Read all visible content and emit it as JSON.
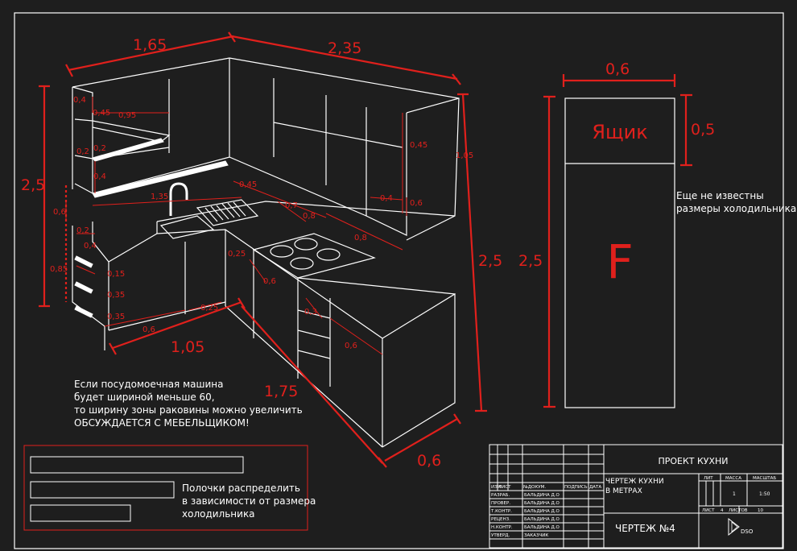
{
  "dims_large": {
    "d165": "1,65",
    "d235": "2,35",
    "d25_left": "2,5",
    "d25_mid": "2,5",
    "d25_fridge": "2,5",
    "d105": "1,05",
    "d175": "1,75",
    "d06_bottom": "0,6",
    "d06_fridge": "0,6",
    "d05_fridge": "0,5"
  },
  "dims_small": {
    "s04_top": "0,4",
    "s045_a": "0,45",
    "s095": "0,95",
    "s02_a": "0,2",
    "s02_b": "0,2",
    "s04_b": "0,4",
    "s135": "1,35",
    "s06_left": "0,6",
    "s045_b": "0,45",
    "s045_c": "0,45",
    "s07": "0,7",
    "s08_a": "0,8",
    "s04_c": "0,4",
    "s06_c": "0,6",
    "s105": "1,05",
    "s08_b": "0,8",
    "s02_c": "0,2",
    "s04_d": "0,4",
    "s085": "0,85",
    "s015": "0,15",
    "s035_a": "0,35",
    "s035_b": "0,35",
    "s025_a": "0,25",
    "s06_d": "0,6",
    "s03": "0,3",
    "s025_b": "0,25",
    "s06_e": "0,6",
    "s06_f": "0,6"
  },
  "fridge": {
    "box_label": "Ящик",
    "letter": "F",
    "note_line1": "Еще не известны",
    "note_line2": "размеры холодильника"
  },
  "notes": {
    "dishwasher": [
      "Если посудомоечная машина",
      "будет шириной меньше 60,",
      "то ширину зоны раковины можно увеличить",
      "ОБСУЖДАЕТСЯ С МЕБЕЛЬЩИКОМ!"
    ],
    "shelves": [
      "Полочки распределить",
      "в зависимости от размера",
      "холодильника"
    ]
  },
  "title_block": {
    "project": "ПРОЕКТ КУХНИ",
    "drawing_name_1": "ЧЕРТЕЖ КУХНИ",
    "drawing_name_2": "В МЕТРАХ",
    "sheet_title": "ЧЕРТЕЖ №4",
    "col_headers": [
      "ИЗМ",
      "ЛИСТ",
      "№ДОКУМ.",
      "ПОДПИСЬ",
      "ДАТА"
    ],
    "rows": [
      {
        "role": "РАЗРАБ.",
        "name": "БАЛЬДИНА Д.О"
      },
      {
        "role": "ПРОВЕР.",
        "name": "БАЛЬДИНА Д.О"
      },
      {
        "role": "Т.КОНТР.",
        "name": "БАЛЬДИНА Д.О"
      },
      {
        "role": "РЕЦЕНЗ.",
        "name": "БАЛЬДИНА Д.О"
      },
      {
        "role": "Н.КОНТР.",
        "name": "БАЛЬДИНА Д.О"
      },
      {
        "role": "УТВЕРД.",
        "name": "ЗАКАЗЧИК"
      }
    ],
    "lit_label": "ЛИТ",
    "mass_label": "МАССА",
    "scale_label": "МАСШТАБ",
    "mass_value": "1",
    "scale_value": "1:50",
    "sheet_label": "ЛИСТ",
    "sheet_value": "4",
    "sheets_label": "ЛИСТОВ",
    "sheets_value": "10",
    "logo_text": "DSO"
  },
  "colors": {
    "background": "#1e1e1e",
    "dimension_red": "#e0201c",
    "line_white": "#ffffff"
  }
}
